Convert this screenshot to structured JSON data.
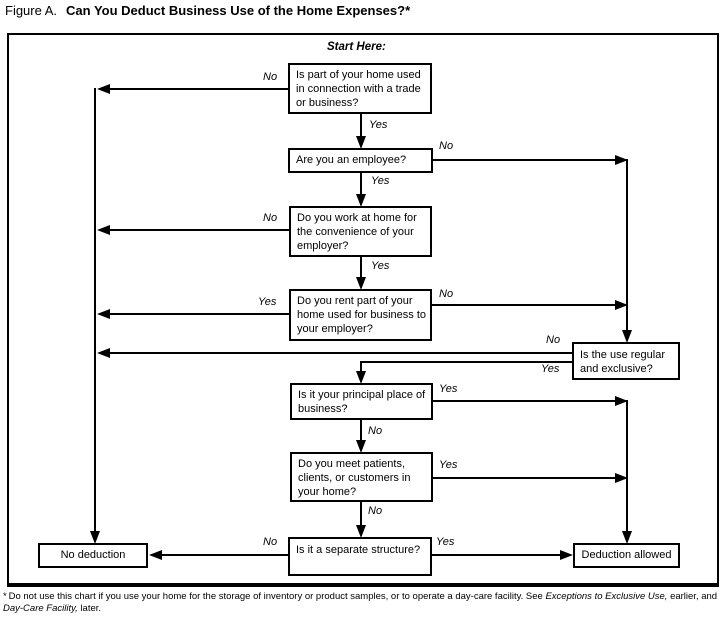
{
  "title": {
    "prefix": "Figure A.",
    "main": "Can You Deduct Business Use of the Home Expenses?*"
  },
  "start_here": "Start Here:",
  "boxes": {
    "q1": "Is part of your home used in connection with a trade or business?",
    "q2": "Are you an employee?",
    "q3": "Do you work at home for the convenience of your employer?",
    "q4": "Do you rent part of your home used for business to your employer?",
    "regular_exclusive": "Is the use regular and exclusive?",
    "q5": "Is it your principal place of business?",
    "q6": "Do you meet patients, clients, or customers in your home?",
    "q7": "Is it a separate structure?",
    "no_deduction": "No deduction",
    "deduction_allowed": "Deduction allowed"
  },
  "edges": [
    {
      "from": "q1",
      "to": "no_deduction",
      "label": "No"
    },
    {
      "from": "q1",
      "to": "q2",
      "label": "Yes"
    },
    {
      "from": "q2",
      "to": "regular_exclusive",
      "label": "No"
    },
    {
      "from": "q2",
      "to": "q3",
      "label": "Yes"
    },
    {
      "from": "q3",
      "to": "no_deduction",
      "label": "No"
    },
    {
      "from": "q3",
      "to": "q4",
      "label": "Yes"
    },
    {
      "from": "q4",
      "to": "no_deduction",
      "label": "Yes"
    },
    {
      "from": "q4",
      "to": "regular_exclusive",
      "label": "No"
    },
    {
      "from": "regular_exclusive",
      "to": "no_deduction",
      "label": "No"
    },
    {
      "from": "regular_exclusive",
      "to": "q5",
      "label": "Yes"
    },
    {
      "from": "q5",
      "to": "deduction_allowed",
      "label": "Yes"
    },
    {
      "from": "q5",
      "to": "q6",
      "label": "No"
    },
    {
      "from": "q6",
      "to": "deduction_allowed",
      "label": "Yes"
    },
    {
      "from": "q6",
      "to": "q7",
      "label": "No"
    },
    {
      "from": "q7",
      "to": "no_deduction",
      "label": "No"
    },
    {
      "from": "q7",
      "to": "deduction_allowed",
      "label": "Yes"
    }
  ],
  "footnote": {
    "part1": "* Do not use this chart if you use your home for the storage of inventory or product samples, or to operate a day-care facility. See ",
    "italic1": "Exceptions to Exclusive Use,",
    "part2": " earlier, and ",
    "italic2": "Day-Care Facility,",
    "part3": " later."
  }
}
